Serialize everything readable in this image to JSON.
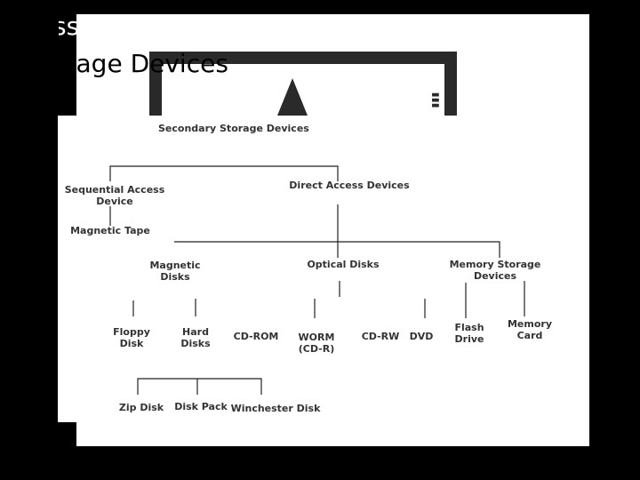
{
  "title": {
    "line1": "ssification of Commonly Used Secondary",
    "line2": "rage Devices"
  },
  "diagram": {
    "root": "Secondary Storage Devices",
    "level1": [
      "Sequential Access Device",
      "Direct Access Devices"
    ],
    "sequential_child": "Magnetic Tape",
    "level2": [
      "Magnetic Disks",
      "Optical Disks",
      "Memory Storage Devices"
    ],
    "magnetic_children": [
      "Floppy Disk",
      "Hard Disks"
    ],
    "optical_children": [
      "CD-ROM",
      "WORM (CD-R)",
      "CD-RW",
      "DVD"
    ],
    "memory_children": [
      "Flash Drive",
      "Memory Card"
    ],
    "hard_disk_children": [
      "Zip Disk",
      "Disk Pack",
      "Winchester Disk"
    ]
  }
}
